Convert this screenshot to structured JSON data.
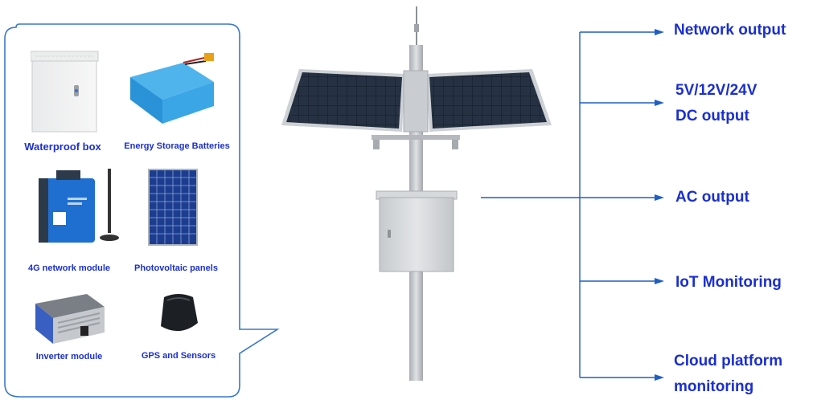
{
  "components": [
    {
      "label": "Waterproof box"
    },
    {
      "label": "Energy Storage Batteries"
    },
    {
      "label": "4G network module"
    },
    {
      "label": "Photovoltaic panels"
    },
    {
      "label": "Inverter module"
    },
    {
      "label": "GPS and Sensors"
    }
  ],
  "outputs": {
    "network": "Network output",
    "dc_line1": "5V/12V/24V",
    "dc_line2": "DC output",
    "ac": "AC output",
    "iot": "IoT Monitoring",
    "cloud_line1": "Cloud platform",
    "cloud_line2": "monitoring"
  },
  "colors": {
    "label_blue": "#1a2fd0",
    "arrow_blue": "#1f5fc4",
    "callout_border": "#3a78c9",
    "pole_grey": "#b8bcc0",
    "panel_cell": "#1c2533"
  }
}
